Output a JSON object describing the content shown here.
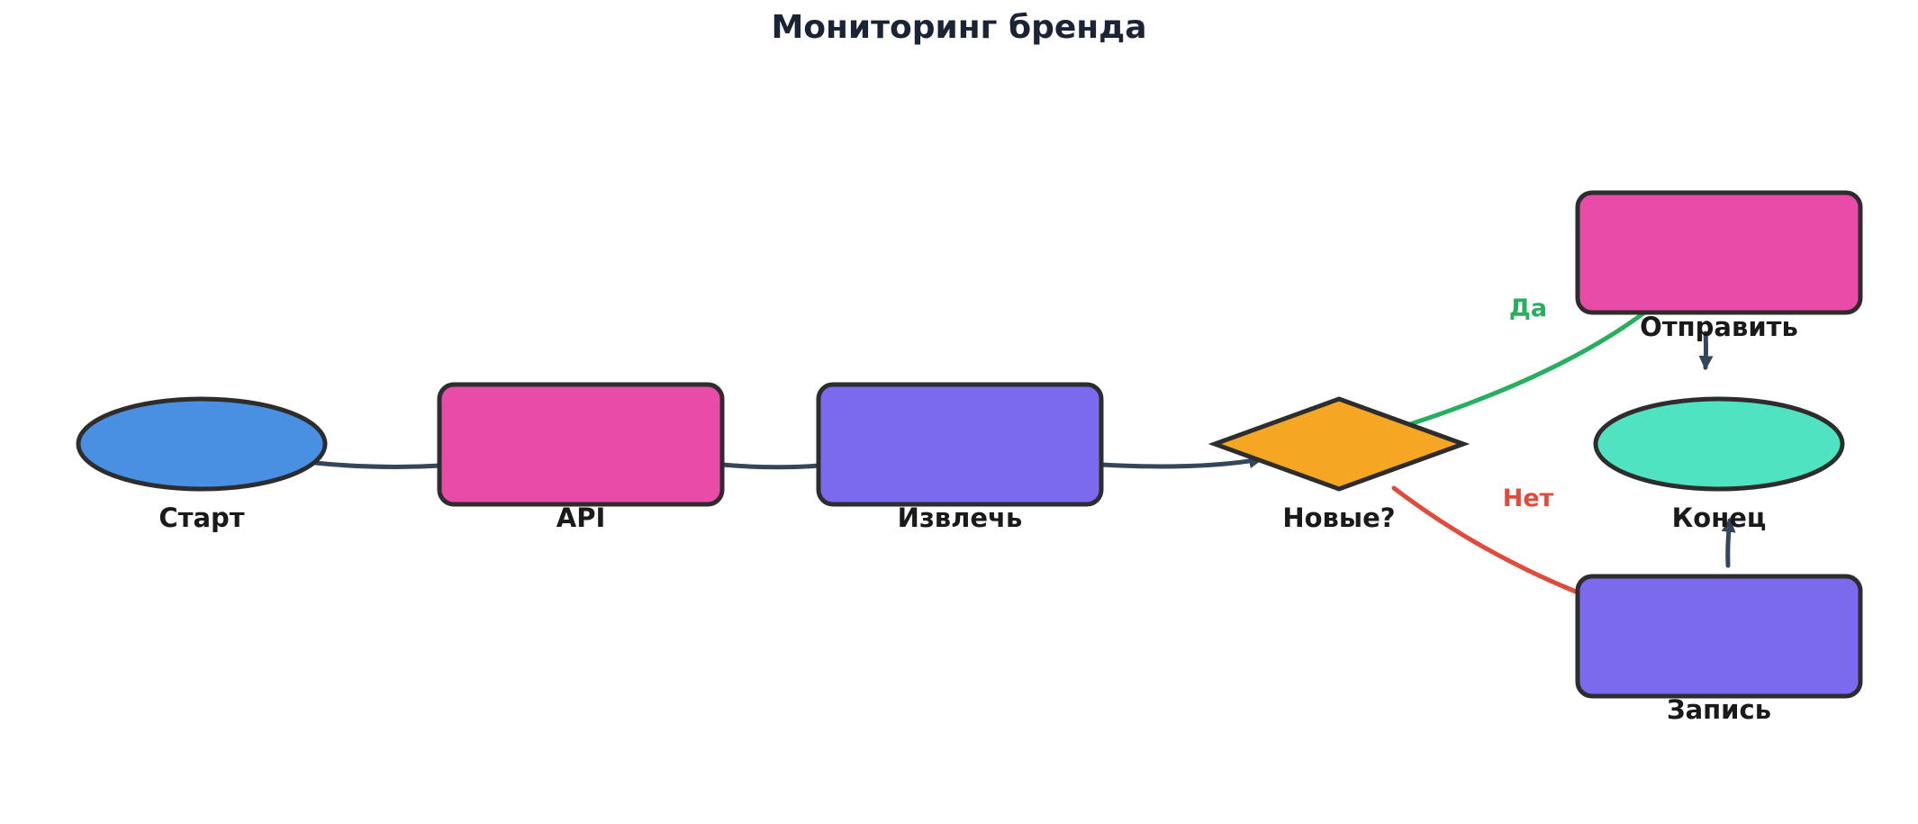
{
  "title": "Мониторинг бренда",
  "colors": {
    "title": "#1b2434",
    "node_stroke": "#2d2d2d",
    "edge_default": "#34465a",
    "edge_yes": "#27ae60",
    "edge_no": "#e04b3c"
  },
  "nodes": {
    "start": {
      "label": "Старт",
      "shape": "ellipse",
      "color": "#4a90e2"
    },
    "api": {
      "label": "API",
      "shape": "rounded-rect",
      "color": "#e84ca8"
    },
    "extract": {
      "label": "Извлечь",
      "shape": "rounded-rect",
      "color": "#7b6aee"
    },
    "new": {
      "label": "Новые?",
      "shape": "diamond",
      "color": "#f5a623"
    },
    "send": {
      "label": "Отправить",
      "shape": "rounded-rect",
      "color": "#e84ca8"
    },
    "end": {
      "label": "Конец",
      "shape": "ellipse",
      "color": "#50e3c2"
    },
    "record": {
      "label": "Запись",
      "shape": "rounded-rect",
      "color": "#7b6aee"
    }
  },
  "edges": [
    {
      "from": "start",
      "to": "api",
      "label": ""
    },
    {
      "from": "api",
      "to": "extract",
      "label": ""
    },
    {
      "from": "extract",
      "to": "new",
      "label": ""
    },
    {
      "from": "new",
      "to": "send",
      "label": "Да"
    },
    {
      "from": "new",
      "to": "record",
      "label": "Нет"
    },
    {
      "from": "send",
      "to": "end",
      "label": ""
    },
    {
      "from": "record",
      "to": "end",
      "label": ""
    }
  ]
}
